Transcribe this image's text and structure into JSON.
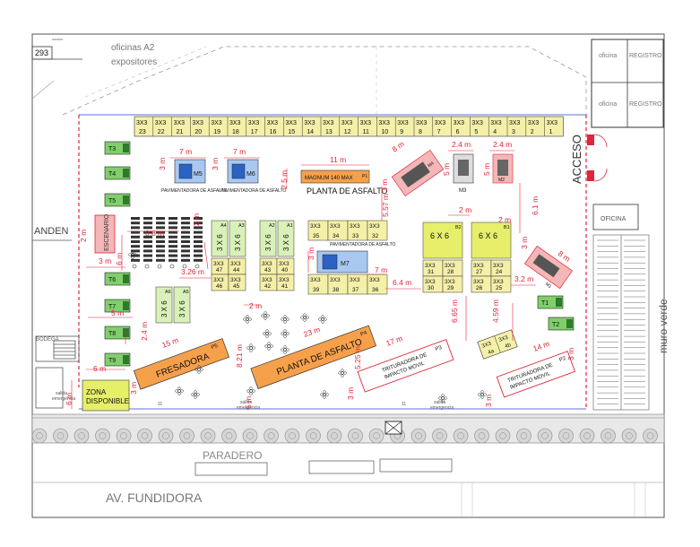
{
  "header": {
    "room_number": "293",
    "offices_label_1": "oficinas A2",
    "offices_label_2": "expositores",
    "oficina_1": "oficina",
    "oficina_2": "oficina",
    "registro_1": "REGISTRO",
    "registro_2": "REGISTRO",
    "oficina_main": "OFICINA"
  },
  "street": {
    "avenue": "AV. FUNDIDORA",
    "paradero": "PARADERO",
    "muro_verde": "muro verde",
    "acceso": "ACCESO",
    "anden": "ANDEN",
    "bodega": "BODEGA",
    "escenario": "ESCENARIO",
    "zona_line1": "ZONA",
    "zona_line2": "DISPONIBLE",
    "salida_1": "salida",
    "salida_1b": "emergencia",
    "salida_2": "salida",
    "salida_2b": "emergencia",
    "salida_3": "salida",
    "salida_3b": "emergencia"
  },
  "top_row_booths": {
    "size_label": "3X3",
    "numbers": [
      "23",
      "22",
      "21",
      "20",
      "19",
      "18",
      "17",
      "16",
      "15",
      "14",
      "13",
      "12",
      "11",
      "10",
      "9",
      "8",
      "7",
      "6",
      "5",
      "4",
      "3",
      "2",
      "1"
    ]
  },
  "trucks": [
    "T3",
    "T4",
    "T5",
    "T6",
    "T7",
    "T8",
    "T9",
    "T1",
    "T2"
  ],
  "machines": {
    "m5": "M5",
    "m6": "M6",
    "m3": "M3",
    "m4": "M4",
    "m2": "M2",
    "m7": "M7",
    "m1": "M1",
    "pav_1": "PAVIMENTADORA DE ASFALTO",
    "pav_2": "PAVIMENTADORA DE ASFALTO",
    "pav_3": "PAVIMENTADORA DE ASFALTO",
    "magnum": "MAGNUM 140 MAX",
    "p1_tag": "P1",
    "planta_top": "PLANTA DE ASFALTO"
  },
  "booth_groups": {
    "a4": "A4",
    "a3": "A3",
    "a2": "A2",
    "a1": "A1",
    "a6": "A6",
    "a5": "A5",
    "g1_top": [
      "47",
      "44"
    ],
    "g1_bot": [
      "46",
      "45"
    ],
    "g2_top": [
      "43",
      "40"
    ],
    "g2_bot": [
      "42",
      "41"
    ],
    "g3_top": [
      "35",
      "34",
      "33",
      "32"
    ],
    "g3_bot": [
      "39",
      "38",
      "37",
      "36"
    ],
    "b2": "B2",
    "b1": "B1",
    "b2_top": [
      "31",
      "28"
    ],
    "b2_bot": [
      "30",
      "29"
    ],
    "b1_top": [
      "27",
      "24"
    ],
    "b1_bot": [
      "26",
      "25"
    ],
    "big_size": "6 X 6",
    "tall_size": "3 X 6",
    "small_a": "4a",
    "small_b": "4b",
    "size_label": "3X3"
  },
  "diagonal": {
    "p5_label": "FRESADORA",
    "p5_tag": "P5",
    "p4_label": "PLANTA DE ASFALTO",
    "p4_tag": "P4",
    "p3_label_1": "TRITURADORA DE",
    "p3_label_2": "IMPACTO MOVIL",
    "p3_tag": "P3",
    "p2_label_1": "TRITURADORA DE",
    "p2_label_2": "IMPACTO MOVIL",
    "p2_tag": "P2"
  },
  "dims": {
    "d7m_a": "7 m",
    "d7m_b": "7 m",
    "d3m_a": "3 m",
    "d3m_b": "3 m",
    "d11m": "11 m",
    "d25m": "2.5 m",
    "d557": "5.57 m",
    "d8m_a": "8 m",
    "d3m_c": "3 m",
    "d24m_a": "2.4 m",
    "d24m_b": "2.4 m",
    "d5m_a": "5 m",
    "d5m_b": "5 m",
    "d61m": "6.1 m",
    "d2m_a": "2 m",
    "d08m": "0.8 m",
    "d2m_b": "2 m",
    "d3m_d": "3 m",
    "d6m_a": "6 m",
    "d326": "3.26 m",
    "d2m_c": "2 m",
    "d3m_e": "3 m",
    "d7m_c": "7 m",
    "d64": "6.4 m",
    "d8m_b": "8 m",
    "d3m_f": "3 m",
    "d32": "3.2 m",
    "d665": "6.65 m",
    "d459": "4.59 m",
    "d5m_c": "5 m",
    "d24m_c": "2.4 m",
    "d2m_d": "2 m",
    "d15m": "15 m",
    "d23m": "23 m",
    "d17m": "17 m",
    "d14m": "14 m",
    "d821": "8.21 m",
    "d525": "5.25 m",
    "d6m_b": "6 m",
    "d6m_c": "6 m",
    "d3m_g": "3 m",
    "d5m_d": "5 m",
    "d3m_h": "3 m",
    "d3m_i": "3 m",
    "d3m_j": "3 m",
    "d2m_e": "2 m",
    "d11_a": "11",
    "d11_b": "11"
  },
  "colors": {
    "booth_yellow": "#f5f0a8",
    "booth_green": "#d9f0b8",
    "booth_lime": "#e6ee6a",
    "orange": "#f7a04b",
    "red": "#e0263a",
    "truck_green": "#7fcf6b",
    "pink": "#f4b6b6",
    "gray": "#777777"
  }
}
